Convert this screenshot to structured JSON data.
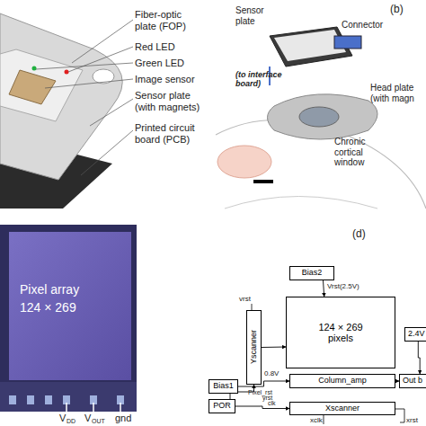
{
  "diagram": {
    "nodes": [
      {
        "text": [
          "Bias2"
        ]
      },
      {
        "text": [
          "124 × 269 pixels"
        ]
      },
      {
        "text": [
          "Yscanner"
        ]
      },
      {
        "text": [
          "Bias1"
        ]
      },
      {
        "text": [
          "Column_amp"
        ]
      },
      {
        "text": [
          "Out b"
        ]
      },
      {
        "text": [
          "2.4V"
        ]
      },
      {
        "text": [
          "POR"
        ]
      },
      {
        "text": [
          "Xscanner"
        ]
      }
    ],
    "edges": [
      {
        "from": 0,
        "to": 1,
        "arrow": "to",
        "label": "Vrst(2.5V)"
      },
      {
        "from": 2,
        "to": 1,
        "arrow": "to"
      },
      {
        "from": 3,
        "to": 4,
        "arrow": "to",
        "label": "0.8V"
      },
      {
        "from": 4,
        "to": 5,
        "arrow": "to"
      },
      {
        "from": 6,
        "to": 5,
        "arrow": "to"
      },
      {
        "from": 7,
        "to": 2,
        "arrow": "to"
      },
      {
        "from": 7,
        "to": 8,
        "arrow": "to"
      }
    ],
    "labels": [
      "Fiber-optic plate (FOP)",
      "Red LED",
      "Green LED",
      "Image sensor",
      "Sensor plate (with magnets)",
      "Printed circuit board (PCB)",
      "(b)",
      "Sensor plate",
      "Connector",
      "(to interface board)",
      "Head plate (with magn",
      "Chronic cortical window",
      "Pixel array",
      "124 × 269",
      "V",
      "DD",
      "V",
      "OUT",
      "gnd",
      "(d)",
      "vrst",
      "Pixel_rst",
      "yrst",
      "clk",
      "xclk",
      "xrst"
    ]
  }
}
